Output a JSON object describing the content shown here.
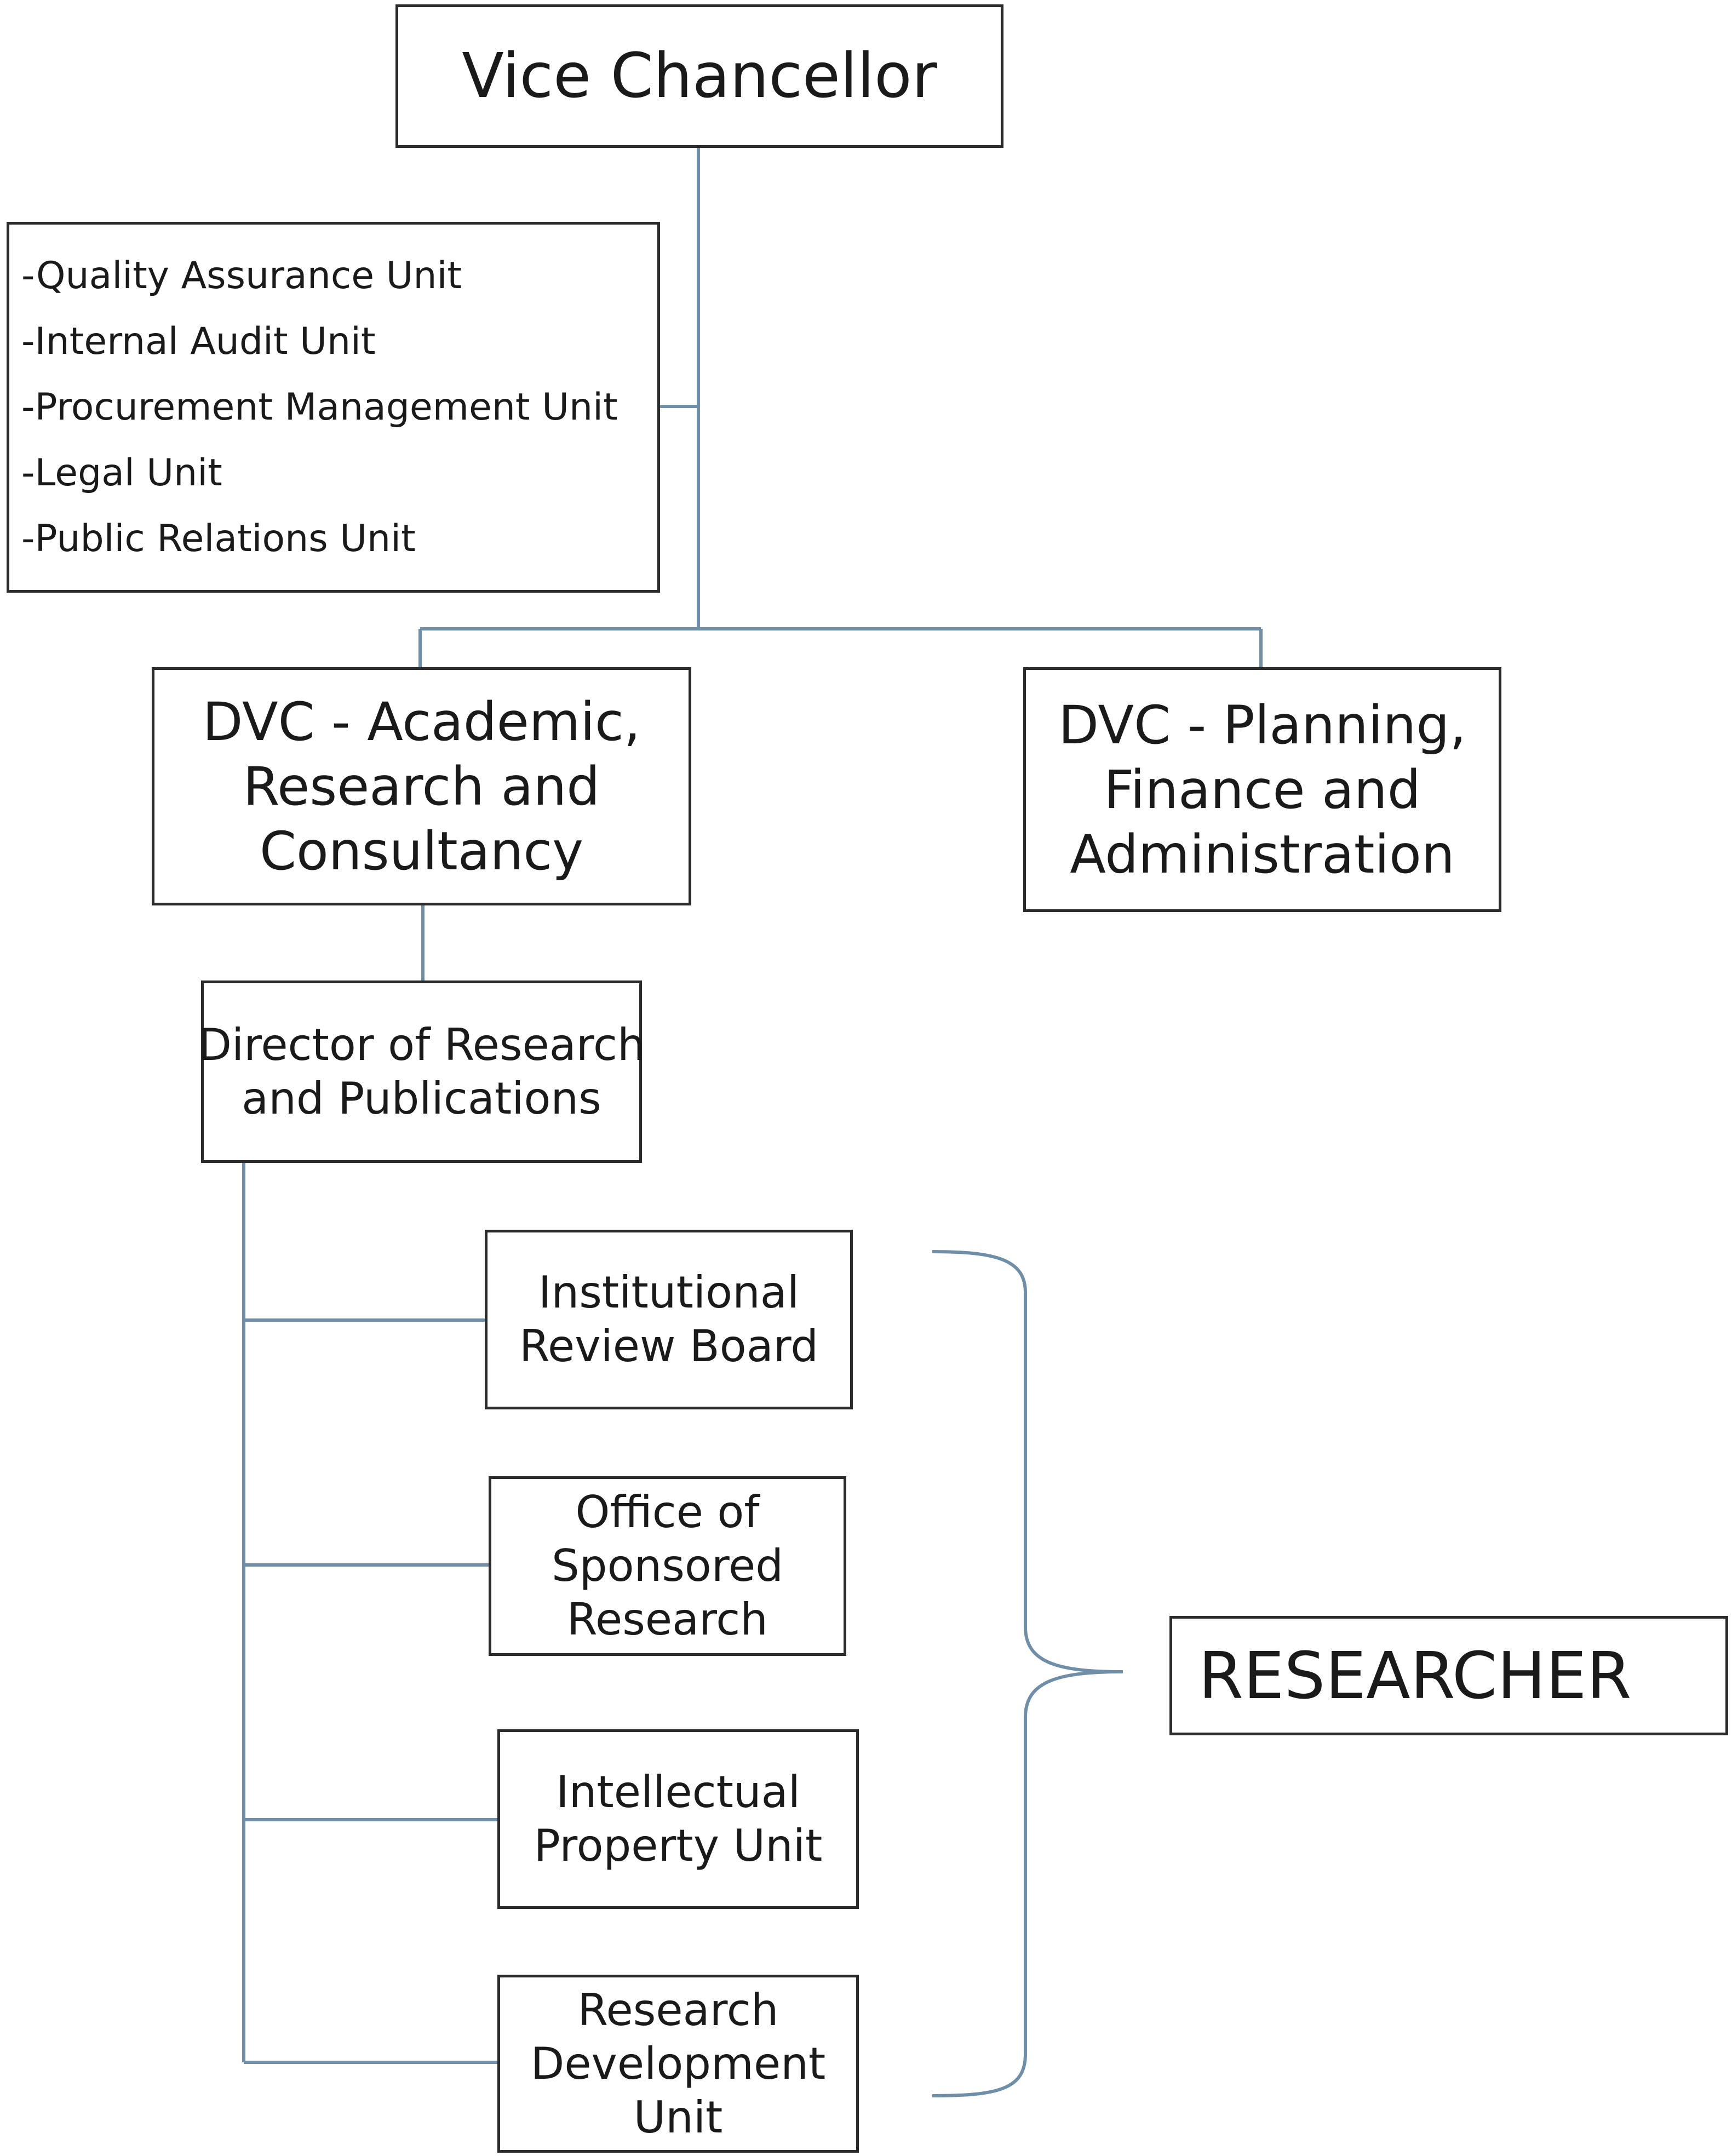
{
  "vice_chancellor": "Vice Chancellor",
  "staff_units": [
    "-Quality Assurance Unit",
    "-Internal Audit Unit",
    "-Procurement Management Unit",
    "-Legal Unit",
    "-Public Relations Unit"
  ],
  "dvc_academic": [
    "DVC - Academic,",
    "Research and",
    "Consultancy"
  ],
  "dvc_planning": [
    "DVC - Planning,",
    "Finance and",
    "Administration"
  ],
  "director": [
    "Director of Research",
    "and Publications"
  ],
  "units": [
    [
      "Institutional",
      "Review Board"
    ],
    [
      "Office of",
      "Sponsored",
      "Research"
    ],
    [
      "Intellectual",
      "Property Unit"
    ],
    [
      "Research",
      "Development",
      "Unit"
    ]
  ],
  "researcher": "RESEARCHER",
  "colors": {
    "box_border": "#2b2b2b",
    "connector": "#6f8fa8",
    "text": "#1a1a1a"
  }
}
